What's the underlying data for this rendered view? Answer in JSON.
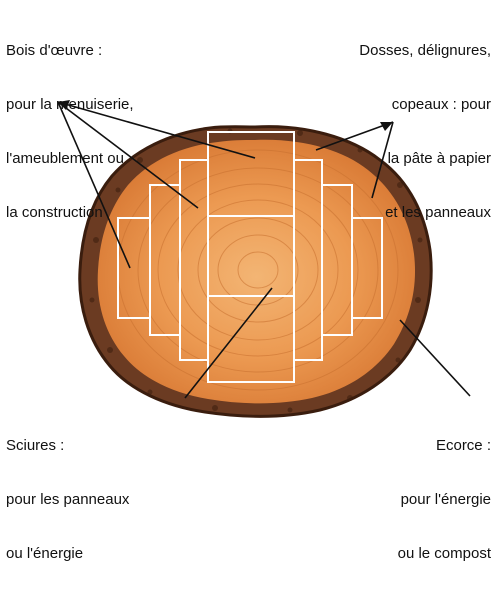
{
  "labels": {
    "top_left": [
      "Bois d'œuvre :",
      "pour la menuiserie,",
      "l'ameublement ou",
      "la construction"
    ],
    "top_right": [
      "Dosses, délignures,",
      "copeaux : pour",
      "la pâte à papier",
      "et les panneaux"
    ],
    "bottom_left": [
      "Sciures :",
      "pour les panneaux",
      "ou l'énergie"
    ],
    "bottom_right": [
      "Ecorce :",
      "pour l'énergie",
      "ou le compost"
    ]
  },
  "colors": {
    "bark": "#6b3b22",
    "bark_dark": "#3a1d0e",
    "wood_outer": "#e2863f",
    "wood_inner": "#f0a866",
    "ring": "#c8702f",
    "cut_lines": "#ffffff",
    "pointer": "#111111"
  }
}
